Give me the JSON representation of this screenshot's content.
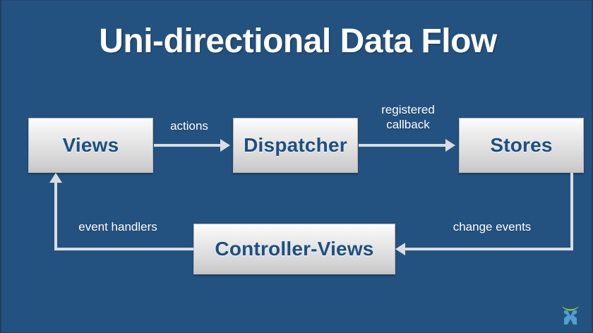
{
  "slide": {
    "title": "Uni-directional Data Flow",
    "background_color": "#245280",
    "title_color": "#ffffff",
    "node_text_color": "#1d4f81",
    "arrow_color": "#d9dde0"
  },
  "nodes": [
    {
      "id": "views",
      "label": "Views"
    },
    {
      "id": "dispatcher",
      "label": "Dispatcher"
    },
    {
      "id": "stores",
      "label": "Stores"
    },
    {
      "id": "controller",
      "label": "Controller-Views"
    }
  ],
  "edges": [
    {
      "id": "actions",
      "from": "views",
      "to": "dispatcher",
      "label": "actions"
    },
    {
      "id": "registered",
      "from": "dispatcher",
      "to": "stores",
      "label": "registered\ncallback"
    },
    {
      "id": "change",
      "from": "stores",
      "to": "controller",
      "label": "change events"
    },
    {
      "id": "handlers",
      "from": "controller",
      "to": "views",
      "label": "event handlers"
    }
  ],
  "logo": {
    "name": "x-arc-logo",
    "arc_color": "#8cc63f",
    "mark_color": "#4f9fd0"
  }
}
